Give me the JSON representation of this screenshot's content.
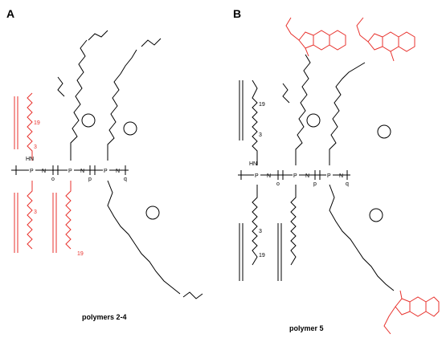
{
  "panels": {
    "a": {
      "label": "A",
      "caption": "polymers 2-4",
      "backbone": {
        "p_label": "P",
        "n_label": "N",
        "subscripts": [
          "o",
          "p",
          "q"
        ]
      },
      "repeat_labels": [
        "19",
        "3",
        "3",
        "19"
      ],
      "nh_label": "HN"
    },
    "b": {
      "label": "B",
      "caption": "polymer 5",
      "backbone": {
        "p_label": "P",
        "n_label": "N",
        "subscripts": [
          "o",
          "p",
          "q"
        ]
      },
      "repeat_labels": [
        "19",
        "3",
        "3",
        "19"
      ],
      "nh_label": "HN"
    }
  },
  "colors": {
    "hydrophilic_chain": "#e8322d",
    "imidazoquinoline": "#e8322d",
    "structure": "#000000"
  }
}
